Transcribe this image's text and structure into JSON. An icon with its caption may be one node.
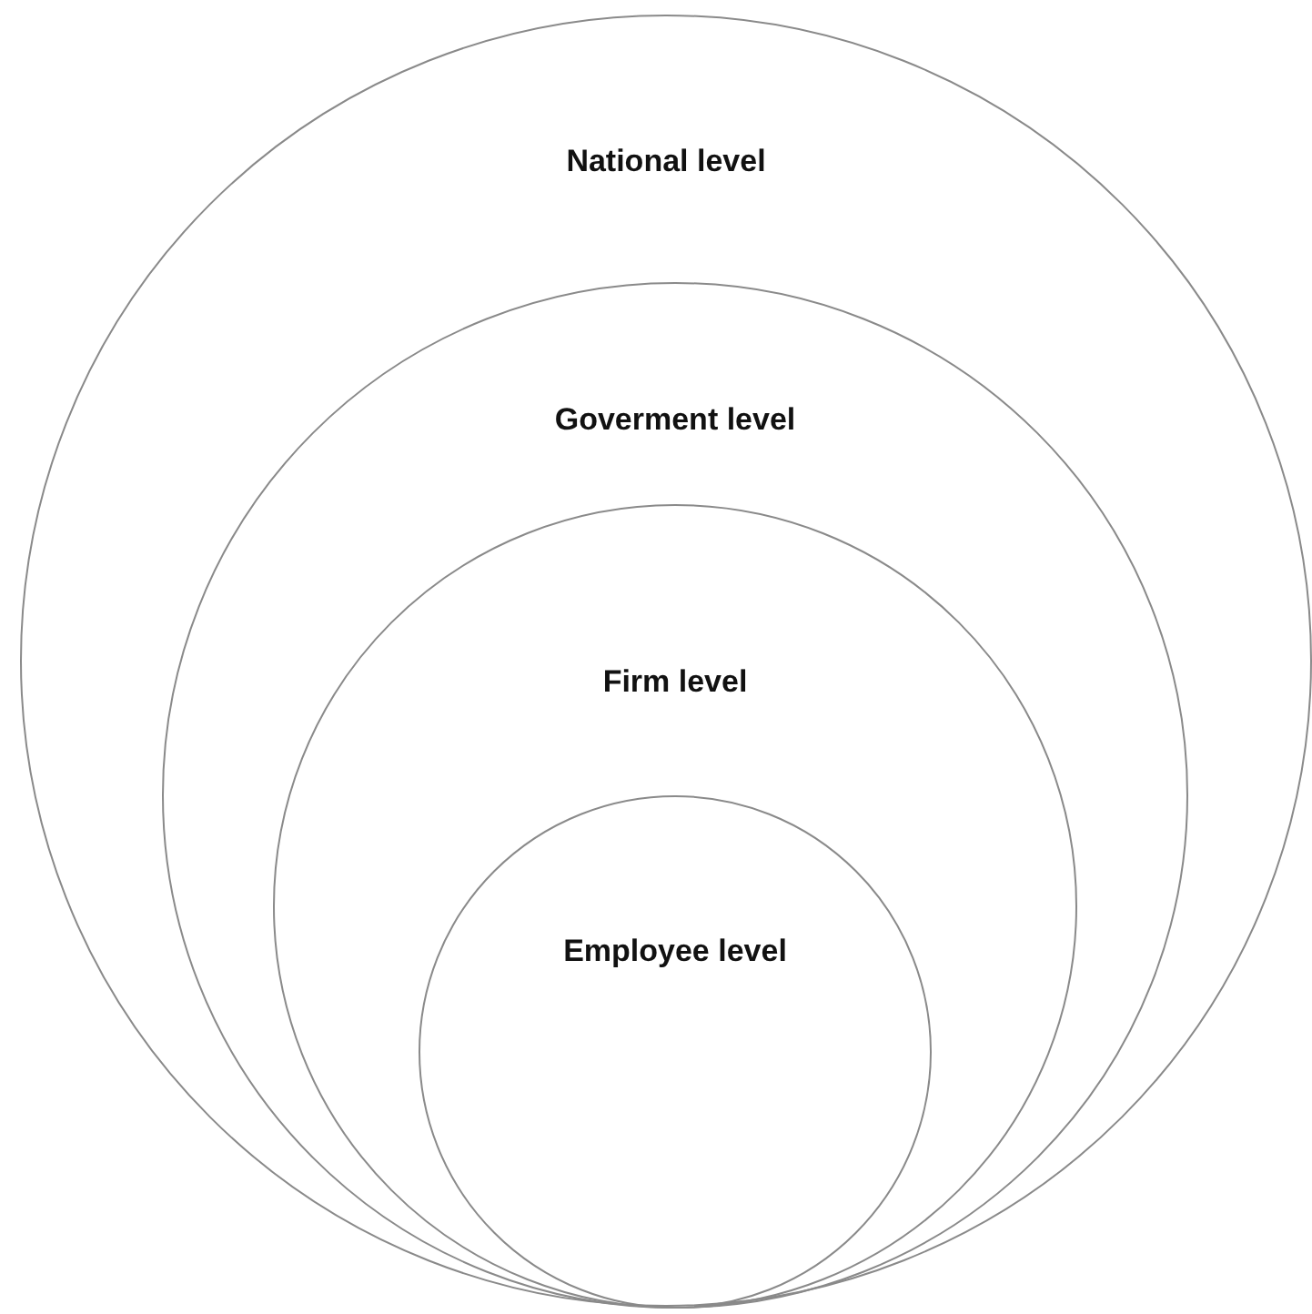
{
  "diagram": {
    "nodes": [
      {
        "text": [
          "National level"
        ]
      },
      {
        "text": [
          "Goverment level"
        ],
        "in": 0
      },
      {
        "text": [
          "Firm level"
        ],
        "in": 1
      },
      {
        "text": [
          "Employee level"
        ],
        "in": 2
      }
    ]
  }
}
